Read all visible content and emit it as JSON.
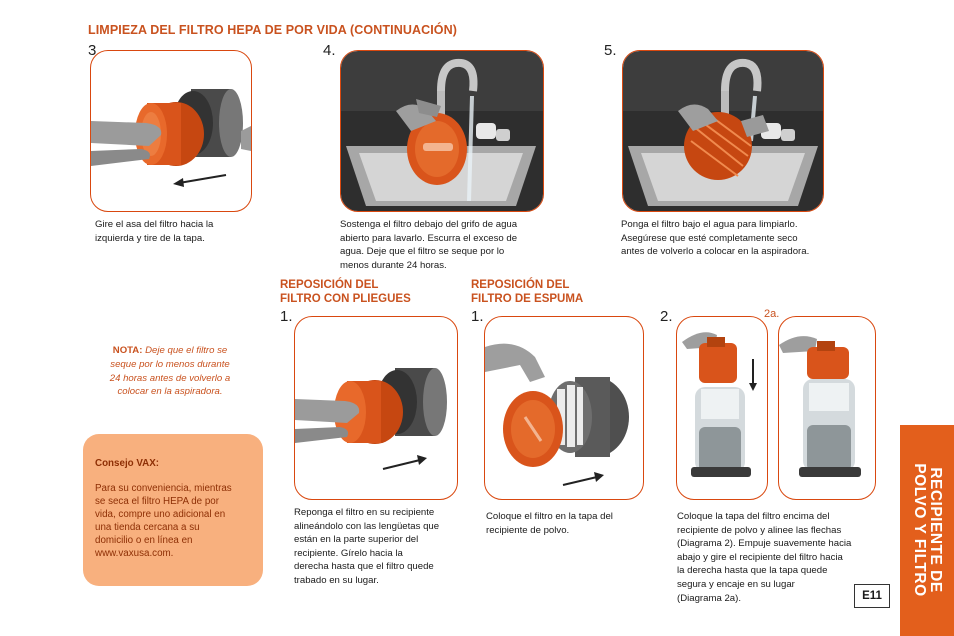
{
  "header": {
    "title": "LIMPIEZA DEL FILTRO HEPA DE POR VIDA (CONTINUACIÓN)"
  },
  "steps_top": [
    {
      "number": "3.",
      "caption": [
        "Gire el asa del filtro hacia la",
        "izquierda y tire de la tapa."
      ]
    },
    {
      "number": "4.",
      "caption": [
        "Sostenga el filtro debajo del grifo de agua",
        "abierto para lavarlo. Escurra el exceso de",
        "agua. Deje que el filtro se seque por lo",
        "menos durante 24 horas."
      ]
    },
    {
      "number": "5.",
      "caption": [
        "Ponga el filtro bajo el agua para limpiarlo.",
        "Asegúrese que esté completamente seco",
        "antes de volverlo a colocar en la aspiradora."
      ]
    }
  ],
  "note": {
    "label": "NOTA:",
    "text_lines": [
      "Deje que el filtro se",
      "seque por lo menos durante",
      "24 horas antes de volverlo a",
      "colocar en la aspiradora."
    ]
  },
  "tip": {
    "title": "Consejo VAX:",
    "lines": [
      "Para su conveniencia, mientras",
      "se seca el filtro HEPA de por",
      "vida, compre uno adicional en",
      "una tienda cercana a su",
      "domicilio o en línea en",
      "www.vaxusa.com."
    ]
  },
  "pleated": {
    "heading": [
      "REPOSICIÓN DEL",
      "FILTRO CON PLIEGUES"
    ],
    "number": "1.",
    "caption": [
      "Reponga el filtro en su recipiente",
      "alineándolo con las lengüetas que",
      "están en la parte superior del",
      "recipiente. Gírelo hacia la",
      "derecha hasta que el filtro quede",
      "trabado en su lugar."
    ]
  },
  "foam": {
    "heading": [
      "REPOSICIÓN DEL",
      "FILTRO DE ESPUMA"
    ],
    "number": "1.",
    "caption": [
      "Coloque el filtro en la tapa del",
      "recipiente de polvo."
    ]
  },
  "step2": {
    "number": "2.",
    "sub_label": "2a.",
    "caption": [
      "Coloque la tapa del filtro encima del",
      "recipiente de polvo y alinee las flechas",
      "(Diagrama 2). Empuje suavemente hacia",
      "abajo y gire el recipiente del filtro hacia",
      "la derecha hasta que la tapa quede",
      "segura y encaje en su lugar",
      "(Diagrama 2a)."
    ]
  },
  "sidebar": {
    "lines": [
      "RECIPIENTE DE",
      "POLVO Y FILTRO"
    ]
  },
  "page_number": "E11",
  "colors": {
    "accent": "#e35f1c",
    "filter_orange": "#d9541b",
    "tip_bg": "#f8b07e",
    "card_border": "#d9480f"
  }
}
